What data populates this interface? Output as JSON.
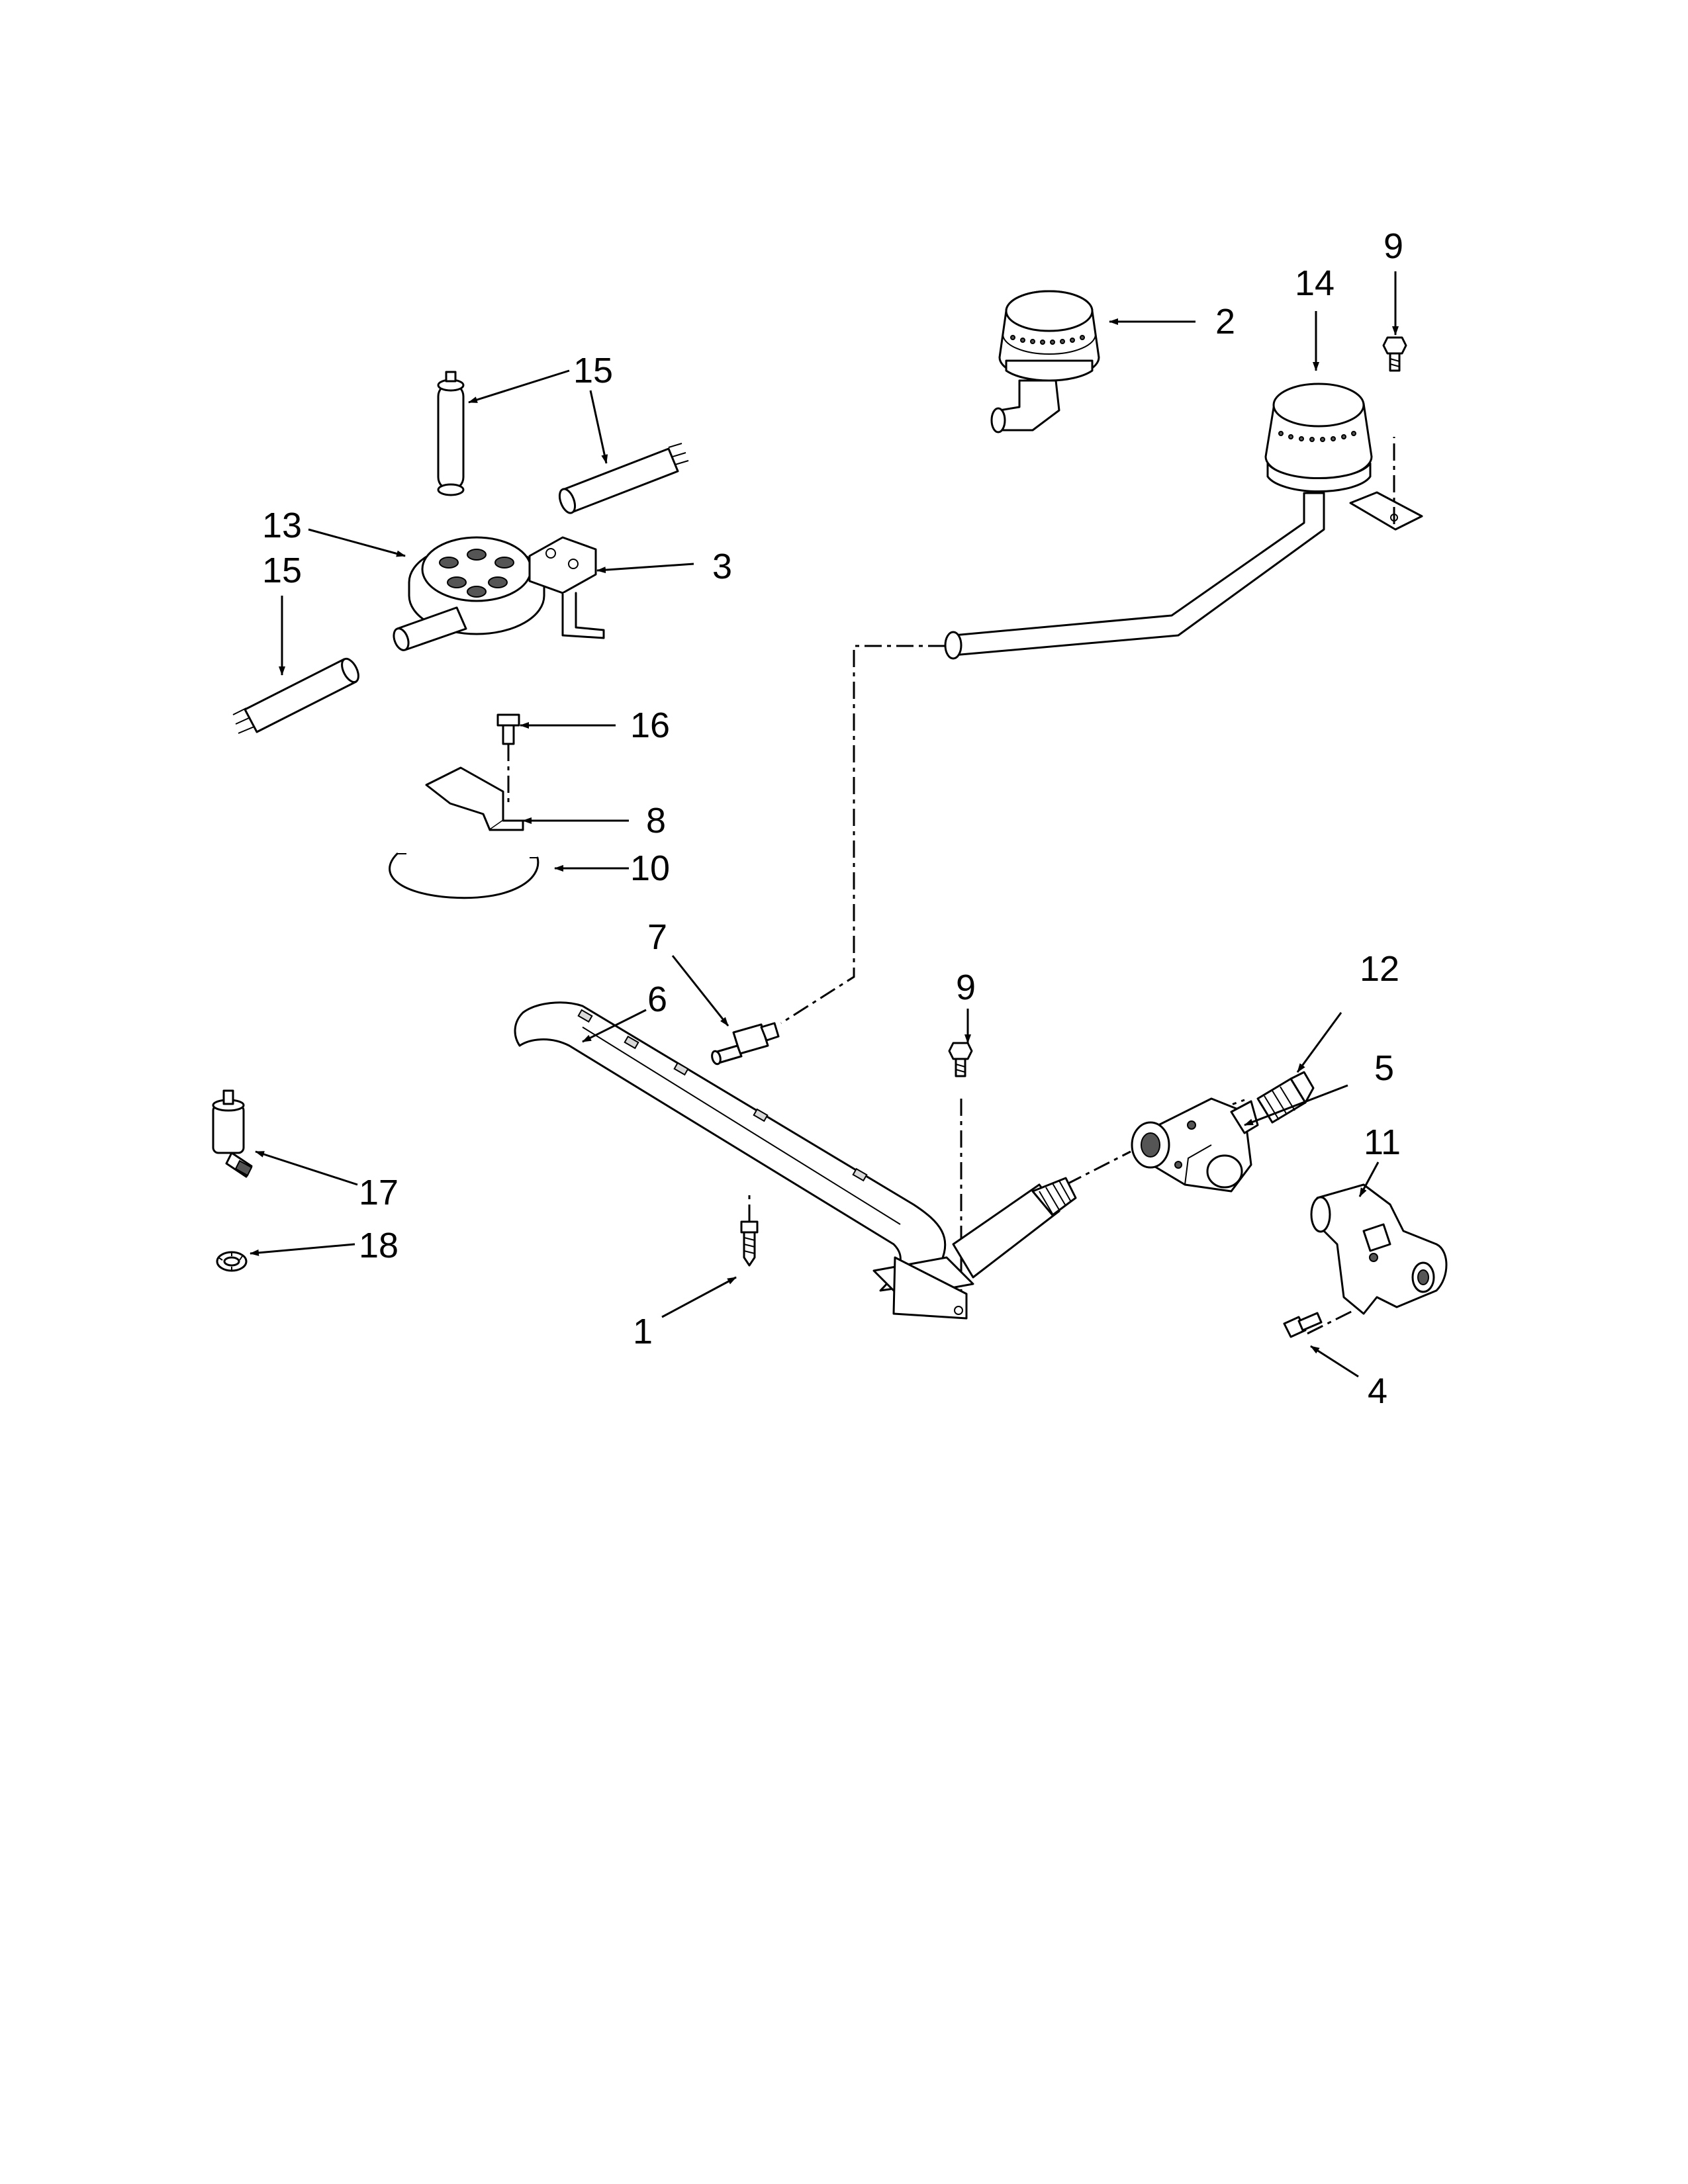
{
  "callouts": {
    "c1": "1",
    "c2": "2",
    "c3": "3",
    "c4": "4",
    "c5": "5",
    "c6": "6",
    "c7": "7",
    "c8": "8",
    "c9a": "9",
    "c9b": "9",
    "c10": "10",
    "c11": "11",
    "c12": "12",
    "c13": "13",
    "c14": "14",
    "c15a": "15",
    "c15b": "15",
    "c16": "16",
    "c17": "17",
    "c18": "18"
  },
  "parts": [
    {
      "callout": "1",
      "icon": "screw-icon"
    },
    {
      "callout": "2",
      "icon": "burner-cap-icon"
    },
    {
      "callout": "3",
      "icon": "bracket-icon"
    },
    {
      "callout": "4",
      "icon": "screw-icon"
    },
    {
      "callout": "5",
      "icon": "gas-valve-icon"
    },
    {
      "callout": "6",
      "icon": "burner-tube-icon"
    },
    {
      "callout": "7",
      "icon": "orifice-icon"
    },
    {
      "callout": "8",
      "icon": "bracket-icon"
    },
    {
      "callout": "9",
      "icon": "screw-icon"
    },
    {
      "callout": "10",
      "icon": "clip-icon"
    },
    {
      "callout": "11",
      "icon": "manifold-icon"
    },
    {
      "callout": "12",
      "icon": "fitting-icon"
    },
    {
      "callout": "13",
      "icon": "burner-icon"
    },
    {
      "callout": "14",
      "icon": "burner-assembly-icon"
    },
    {
      "callout": "15",
      "icon": "igniter-icon"
    },
    {
      "callout": "16",
      "icon": "screw-icon"
    },
    {
      "callout": "17",
      "icon": "sensor-icon"
    },
    {
      "callout": "18",
      "icon": "washer-icon"
    }
  ]
}
